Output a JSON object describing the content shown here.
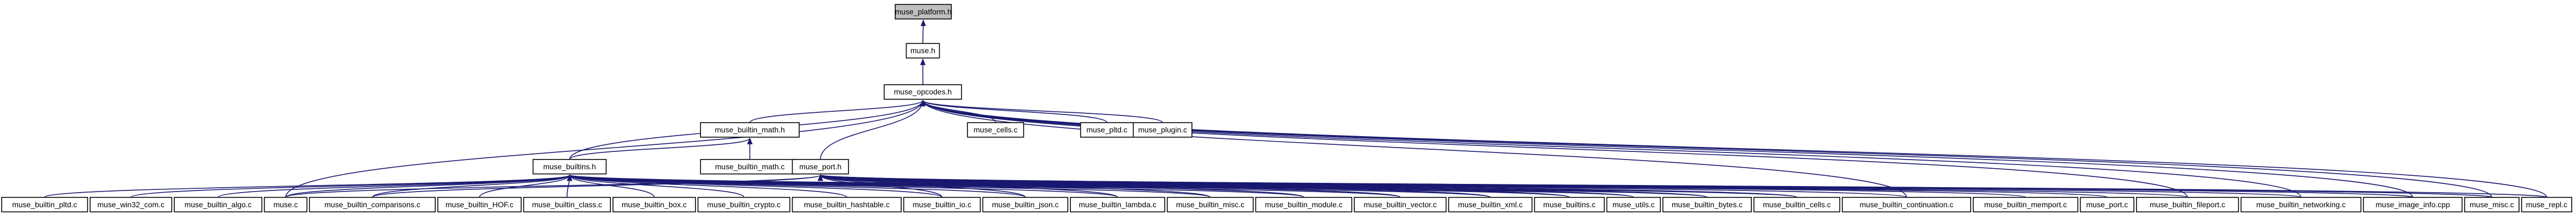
{
  "graph": {
    "nodes": {
      "muse_platform_h": "muse_platform.h",
      "muse_h": "muse.h",
      "muse_opcodes_h": "muse_opcodes.h",
      "muse_builtin_math_h": "muse_builtin_math.h",
      "muse_cells_c": "muse_cells.c",
      "muse_pltd_c": "muse_pltd.c",
      "muse_plugin_c": "muse_plugin.c",
      "muse_builtins_h": "muse_builtins.h",
      "muse_builtin_math_c": "muse_builtin_math.c",
      "muse_port_h": "muse_port.h",
      "muse_builtin_pltd_c": "muse_builtin_pltd.c",
      "muse_win32_com_c": "muse_win32_com.c",
      "muse_builtin_algo_c": "muse_builtin_algo.c",
      "muse_c": "muse.c",
      "muse_builtin_comparisons_c": "muse_builtin_comparisons.c",
      "muse_builtin_HOF_c": "muse_builtin_HOF.c",
      "muse_builtin_class_c": "muse_builtin_class.c",
      "muse_builtin_box_c": "muse_builtin_box.c",
      "muse_builtin_crypto_c": "muse_builtin_crypto.c",
      "muse_builtin_hashtable_c": "muse_builtin_hashtable.c",
      "muse_builtin_io_c": "muse_builtin_io.c",
      "muse_builtin_json_c": "muse_builtin_json.c",
      "muse_builtin_lambda_c": "muse_builtin_lambda.c",
      "muse_builtin_misc_c": "muse_builtin_misc.c",
      "muse_builtin_module_c": "muse_builtin_module.c",
      "muse_builtin_vector_c": "muse_builtin_vector.c",
      "muse_builtin_xml_c": "muse_builtin_xml.c",
      "muse_builtins_c": "muse_builtins.c",
      "muse_utils_c": "muse_utils.c",
      "muse_builtin_bytes_c": "muse_builtin_bytes.c",
      "muse_builtin_cells_c": "muse_builtin_cells.c",
      "muse_builtin_continuation_c": "muse_builtin_continuation.c",
      "muse_builtin_memport_c": "muse_builtin_memport.c",
      "muse_port_c": "muse_port.c",
      "muse_builtin_fileport_c": "muse_builtin_fileport.c",
      "muse_builtin_networking_c": "muse_builtin_networking.c",
      "muse_image_info_cpp": "muse_image_info.cpp",
      "muse_misc_c": "muse_misc.c",
      "muse_repl_c": "muse_repl.c"
    },
    "edges": [
      [
        "muse_h",
        "muse_platform_h"
      ],
      [
        "muse_opcodes_h",
        "muse_h"
      ],
      [
        "muse_builtin_math_h",
        "muse_opcodes_h"
      ],
      [
        "muse_builtins_h",
        "muse_opcodes_h"
      ],
      [
        "muse_port_h",
        "muse_opcodes_h"
      ],
      [
        "muse_cells_c",
        "muse_opcodes_h"
      ],
      [
        "muse_pltd_c",
        "muse_opcodes_h"
      ],
      [
        "muse_plugin_c",
        "muse_opcodes_h"
      ],
      [
        "muse_c",
        "muse_opcodes_h"
      ],
      [
        "muse_builtin_continuation_c",
        "muse_opcodes_h"
      ],
      [
        "muse_builtin_fileport_c",
        "muse_opcodes_h"
      ],
      [
        "muse_builtin_networking_c",
        "muse_opcodes_h"
      ],
      [
        "muse_image_info_cpp",
        "muse_opcodes_h"
      ],
      [
        "muse_misc_c",
        "muse_opcodes_h"
      ],
      [
        "muse_repl_c",
        "muse_opcodes_h"
      ],
      [
        "muse_builtin_math_c",
        "muse_builtin_math_h"
      ],
      [
        "muse_builtins_h",
        "muse_builtin_math_h"
      ],
      [
        "muse_builtin_pltd_c",
        "muse_builtins_h"
      ],
      [
        "muse_win32_com_c",
        "muse_builtins_h"
      ],
      [
        "muse_builtin_algo_c",
        "muse_builtins_h"
      ],
      [
        "muse_c",
        "muse_builtins_h"
      ],
      [
        "muse_builtin_comparisons_c",
        "muse_builtins_h"
      ],
      [
        "muse_builtin_HOF_c",
        "muse_builtins_h"
      ],
      [
        "muse_builtin_class_c",
        "muse_builtins_h"
      ],
      [
        "muse_builtin_box_c",
        "muse_builtins_h"
      ],
      [
        "muse_builtin_crypto_c",
        "muse_builtins_h"
      ],
      [
        "muse_builtin_hashtable_c",
        "muse_builtins_h"
      ],
      [
        "muse_builtin_io_c",
        "muse_builtins_h"
      ],
      [
        "muse_builtin_json_c",
        "muse_builtins_h"
      ],
      [
        "muse_builtin_lambda_c",
        "muse_builtins_h"
      ],
      [
        "muse_builtin_misc_c",
        "muse_builtins_h"
      ],
      [
        "muse_builtin_module_c",
        "muse_builtins_h"
      ],
      [
        "muse_builtin_vector_c",
        "muse_builtins_h"
      ],
      [
        "muse_builtin_xml_c",
        "muse_builtins_h"
      ],
      [
        "muse_builtins_c",
        "muse_builtins_h"
      ],
      [
        "muse_utils_c",
        "muse_builtins_h"
      ],
      [
        "muse_builtin_bytes_c",
        "muse_builtins_h"
      ],
      [
        "muse_builtin_cells_c",
        "muse_builtins_h"
      ],
      [
        "muse_c",
        "muse_port_h"
      ],
      [
        "muse_builtin_comparisons_c",
        "muse_port_h"
      ],
      [
        "muse_builtin_io_c",
        "muse_port_h"
      ],
      [
        "muse_builtin_json_c",
        "muse_port_h"
      ],
      [
        "muse_builtin_lambda_c",
        "muse_port_h"
      ],
      [
        "muse_builtin_misc_c",
        "muse_port_h"
      ],
      [
        "muse_builtin_module_c",
        "muse_port_h"
      ],
      [
        "muse_builtin_vector_c",
        "muse_port_h"
      ],
      [
        "muse_builtin_xml_c",
        "muse_port_h"
      ],
      [
        "muse_builtins_c",
        "muse_port_h"
      ],
      [
        "muse_utils_c",
        "muse_port_h"
      ],
      [
        "muse_builtin_bytes_c",
        "muse_port_h"
      ],
      [
        "muse_builtin_cells_c",
        "muse_port_h"
      ],
      [
        "muse_builtin_continuation_c",
        "muse_port_h"
      ],
      [
        "muse_builtin_memport_c",
        "muse_port_h"
      ],
      [
        "muse_port_c",
        "muse_port_h"
      ],
      [
        "muse_builtin_fileport_c",
        "muse_port_h"
      ],
      [
        "muse_builtin_networking_c",
        "muse_port_h"
      ],
      [
        "muse_image_info_cpp",
        "muse_port_h"
      ],
      [
        "muse_misc_c",
        "muse_port_h"
      ],
      [
        "muse_repl_c",
        "muse_port_h"
      ]
    ]
  },
  "colors": {
    "edge": "#191970",
    "root_fill": "#bfbfbf",
    "node_fill": "#ffffff",
    "node_stroke": "#000000"
  }
}
